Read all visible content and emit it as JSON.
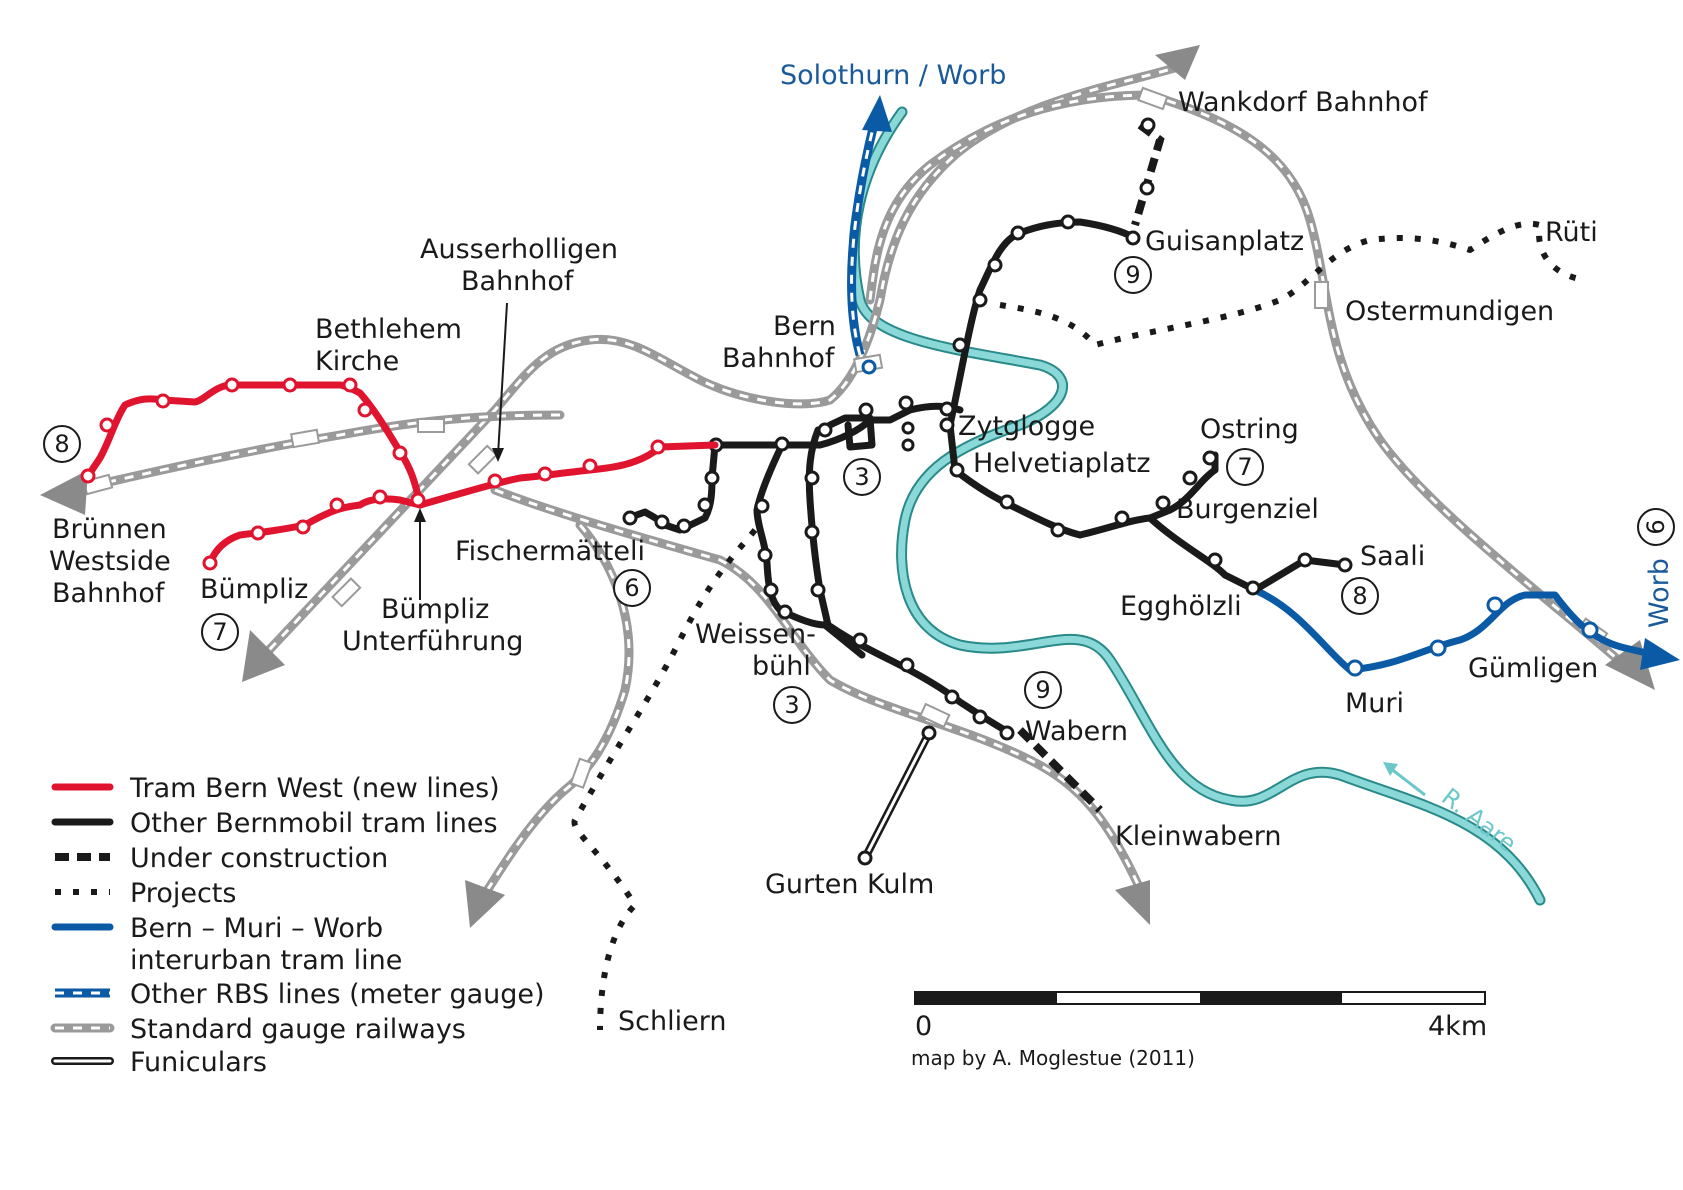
{
  "labels": {
    "solothurn_worb": "Solothurn / Worb",
    "wankdorf": "Wankdorf Bahnhof",
    "guisanplatz": "Guisanplatz",
    "rueti": "Rüti",
    "ostermundigen": "Ostermundigen",
    "ausserholligen_1": "Ausserholligen",
    "ausserholligen_2": "Bahnhof",
    "bern_bahnhof_1": "Bern",
    "bern_bahnhof_2": "Bahnhof",
    "bethlehem_1": "Bethlehem",
    "bethlehem_2": "Kirche",
    "zytglogge": "Zytglogge",
    "helvetiaplatz": "Helvetiaplatz",
    "ostring": "Ostring",
    "burgenziel": "Burgenziel",
    "saali": "Saali",
    "eggholzli": "Egghölzli",
    "bruennen_1": "Brünnen",
    "bruennen_2": "Westside",
    "bruennen_3": "Bahnhof",
    "fischermaetteli": "Fischermätteli",
    "buempliz": "Bümpliz",
    "buempliz_unt_1": "Bümpliz",
    "buempliz_unt_2": "Unterführung",
    "weissenbuehl_1": "Weissen-",
    "weissenbuehl_2": "bühl",
    "wabern": "Wabern",
    "muri": "Muri",
    "guemligen": "Gümligen",
    "worb": "Worb",
    "kleinwabern": "Kleinwabern",
    "gurten": "Gurten Kulm",
    "schliern": "Schliern",
    "river": "R. Aare"
  },
  "line_numbers": {
    "n8_west": "8",
    "n7_west": "7",
    "n9_north": "9",
    "n3_center": "3",
    "n6_fisch": "6",
    "n3_weiss": "3",
    "n9_wabern": "9",
    "n7_ostring": "7",
    "n8_saali": "8",
    "n6_worb": "6"
  },
  "legend": {
    "items": [
      {
        "label": "Tram Bern West (new lines)"
      },
      {
        "label": "Other Bernmobil tram lines"
      },
      {
        "label": "Under construction"
      },
      {
        "label": "Projects"
      },
      {
        "label": "Bern – Muri – Worb"
      },
      {
        "label": "interurban tram line"
      },
      {
        "label": "Other RBS lines (meter gauge)"
      },
      {
        "label": "Standard gauge railways"
      },
      {
        "label": "Funiculars"
      }
    ]
  },
  "scale": {
    "start": "0",
    "end": "4km",
    "credit": "map by A. Moglestue (2011)"
  },
  "colors": {
    "tram_bern_west": "#e0142e",
    "bernmobil": "#1a1a1a",
    "bern_muri_worb": "#0a5aa6",
    "rbs": "#0a5aa6",
    "railway": "#9a9a9a",
    "river": "#8ad8d8"
  }
}
